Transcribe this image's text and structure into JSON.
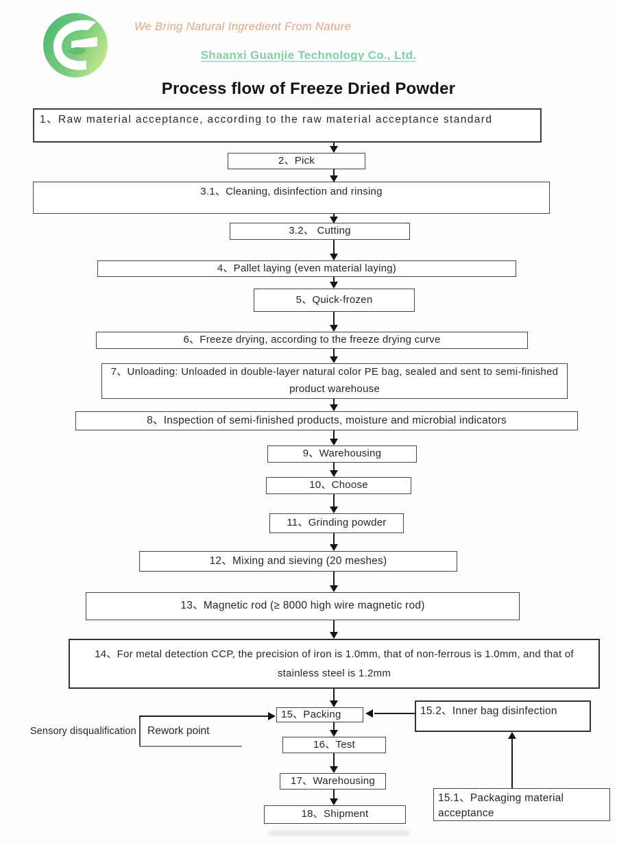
{
  "header": {
    "tagline": "We Bring Natural Ingredient From Nature",
    "company": "Shaanxi Guanjie Technology Co., Ltd.",
    "title": "Process flow of Freeze Dried Powder",
    "logo": "guanjie-green-leaf-logo"
  },
  "colors": {
    "tagline_text": "#e4a57d",
    "company_link": "#82cfa4",
    "logo_green_dark": "#4eba72",
    "logo_green_light": "#c6e690",
    "box_border": "#454545",
    "arrow": "#1b1b1b"
  },
  "flow": {
    "steps": [
      "1、Raw material acceptance, according to the raw material acceptance standard",
      "2、Pick",
      "3.1、Cleaning, disinfection and rinsing",
      "3.2、 Cutting",
      "4、Pallet laying (even material laying)",
      "5、Quick-frozen",
      "6、Freeze drying, according to the freeze drying curve",
      "7、Unloading: Unloaded in double-layer natural color PE bag, sealed and sent to semi-finished product warehouse",
      "8、Inspection of semi-finished products, moisture and microbial indicators",
      "9、Warehousing",
      "10、Choose",
      "11、Grinding powder",
      "12、Mixing and sieving (20 meshes)",
      "13、Magnetic rod (≥ 8000 high wire magnetic rod)",
      "14、For metal detection CCP, the precision of iron is 1.0mm, that of non-ferrous is 1.0mm, and that of stainless steel is 1.2mm",
      "15、Packing",
      "16、Test",
      "17、Warehousing",
      "18、Shipment"
    ]
  },
  "side": {
    "sensory_label": "Sensory disqualification",
    "rework_label": "Rework point",
    "inner_bag_disinfection": "15.2、Inner bag disinfection",
    "packaging_material_acceptance": "15.1、Packaging material acceptance"
  }
}
